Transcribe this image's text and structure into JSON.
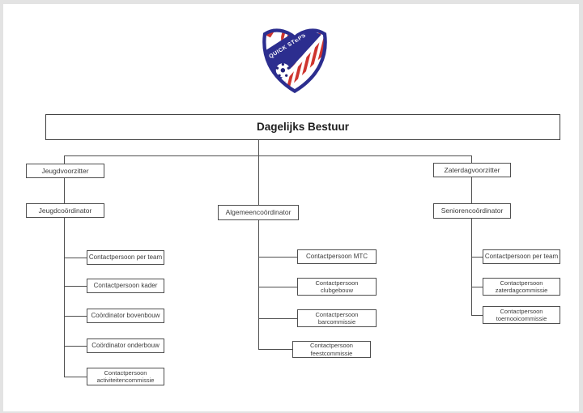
{
  "logo": {
    "club_text": "QUICK STEPS",
    "colors": {
      "navy": "#2c2e8f",
      "red": "#ce342e",
      "white": "#ffffff"
    }
  },
  "org": {
    "root": {
      "label": "Dagelijks Bestuur"
    },
    "branches": [
      {
        "head": {
          "label": "Jeugdvoorzitter"
        },
        "sub": {
          "label": "Jeugdcoördinator"
        },
        "children": [
          {
            "label": "Contactpersoon per team"
          },
          {
            "label": "Contactpersoon kader"
          },
          {
            "label": "Coördinator bovenbouw"
          },
          {
            "label": "Coördinator onderbouw"
          },
          {
            "label": "Contactpersoon activiteitencommissie"
          }
        ]
      },
      {
        "sub": {
          "label": "Algemeencoördinator"
        },
        "children": [
          {
            "label": "Contactpersoon MTC"
          },
          {
            "label": "Contactpersoon clubgebouw"
          },
          {
            "label": "Contactpersoon barcommissie"
          },
          {
            "label": "Contactpersoon feestcommissie"
          }
        ]
      },
      {
        "head": {
          "label": "Zaterdagvoorzitter"
        },
        "sub": {
          "label": "Seniorencoördinator"
        },
        "children": [
          {
            "label": "Contactpersoon per team"
          },
          {
            "label": "Contactpersoon zaterdagcommissie"
          },
          {
            "label": "Contactpersoon toernooicommissie"
          }
        ]
      }
    ]
  },
  "style": {
    "line_color": "#4f4f4f",
    "page_background": "#ffffff",
    "frame_background": "#e3e3e3"
  }
}
